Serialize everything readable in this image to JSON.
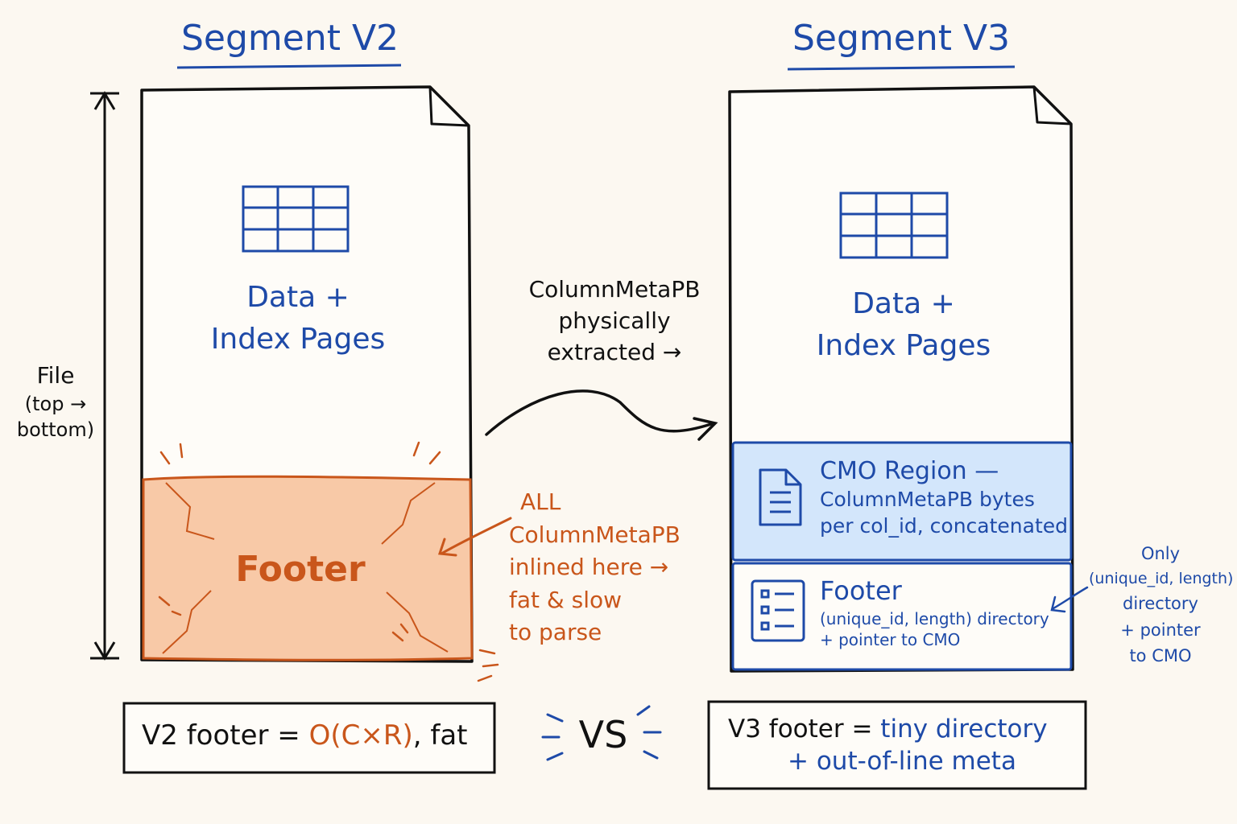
{
  "v2": {
    "title": "Segment V2",
    "data_label_line1": "Data +",
    "data_label_line2": "Index Pages",
    "footer_label": "Footer",
    "file_axis_line1": "File",
    "file_axis_line2": "(top →",
    "file_axis_line3": "bottom)",
    "note_line1": "ALL",
    "note_line2": "ColumnMetaPB",
    "note_line3": "inlined here →",
    "note_line4": "fat & slow",
    "note_line5": "to parse",
    "summary_prefix": "V2 footer = ",
    "summary_highlight": "O(C×R)",
    "summary_suffix": ", fat"
  },
  "transfer": {
    "line1": "ColumnMetaPB",
    "line2": "physically",
    "line3": "extracted →"
  },
  "v3": {
    "title": "Segment V3",
    "data_label_line1": "Data +",
    "data_label_line2": "Index Pages",
    "cmo_line1": "CMO Region —",
    "cmo_line2": "ColumnMetaPB bytes",
    "cmo_line3": "per col_id, concatenated",
    "footer_line1": "Footer",
    "footer_line2": "(unique_id, length) directory",
    "footer_line3": "+ pointer to CMO",
    "note_line1": "Only",
    "note_line2": "(unique_id, length)",
    "note_line3": "directory",
    "note_line4": "+ pointer",
    "note_line5": "to CMO",
    "summary_prefix": "V3 footer = ",
    "summary_line1_highlight": "tiny directory",
    "summary_line2": "+ out-of-line meta"
  },
  "vs_label": "VS",
  "icons": {
    "table": "table-grid-icon",
    "document": "document-icon",
    "list": "list-icon"
  },
  "colors": {
    "background": "#fcf8f1",
    "blue": "#1e4aa8",
    "orange": "#c9561b",
    "footer_fill": "#f8c9a7",
    "cmo_fill": "#d3e6fb"
  }
}
